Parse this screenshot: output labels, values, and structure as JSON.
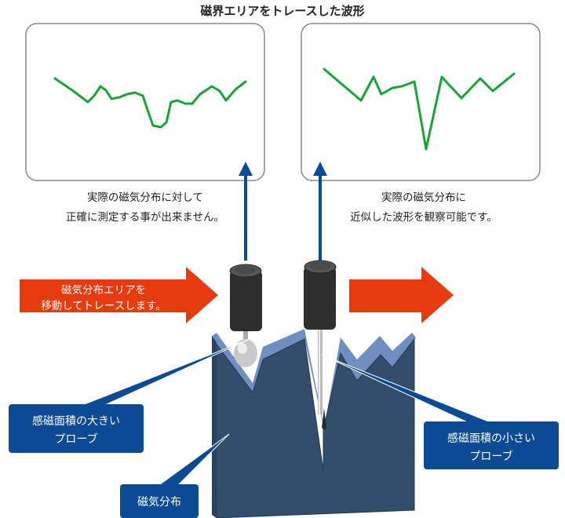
{
  "title": "磁界エリアをトレースした波形",
  "left_caption": {
    "line1": "実際の磁気分布に対して",
    "line2": "正確に測定する事が出来ません。"
  },
  "right_caption": {
    "line1": "実際の磁気分布に",
    "line2": "近似した波形を観察可能です。"
  },
  "move_arrow": {
    "line1": "磁気分布エリアを",
    "line2": "移動してトレースします。"
  },
  "labels": {
    "large_probe": {
      "line1": "感磁面積の大きい",
      "line2": "プローブ"
    },
    "small_probe": {
      "line1": "感磁面積の小さい",
      "line2": "プローブ"
    },
    "distribution": "磁気分布"
  },
  "colors": {
    "wave": "#1aa33a",
    "arrow_red": "#e63a0f",
    "blue": "#0b4a94",
    "block": "#324e6b"
  }
}
